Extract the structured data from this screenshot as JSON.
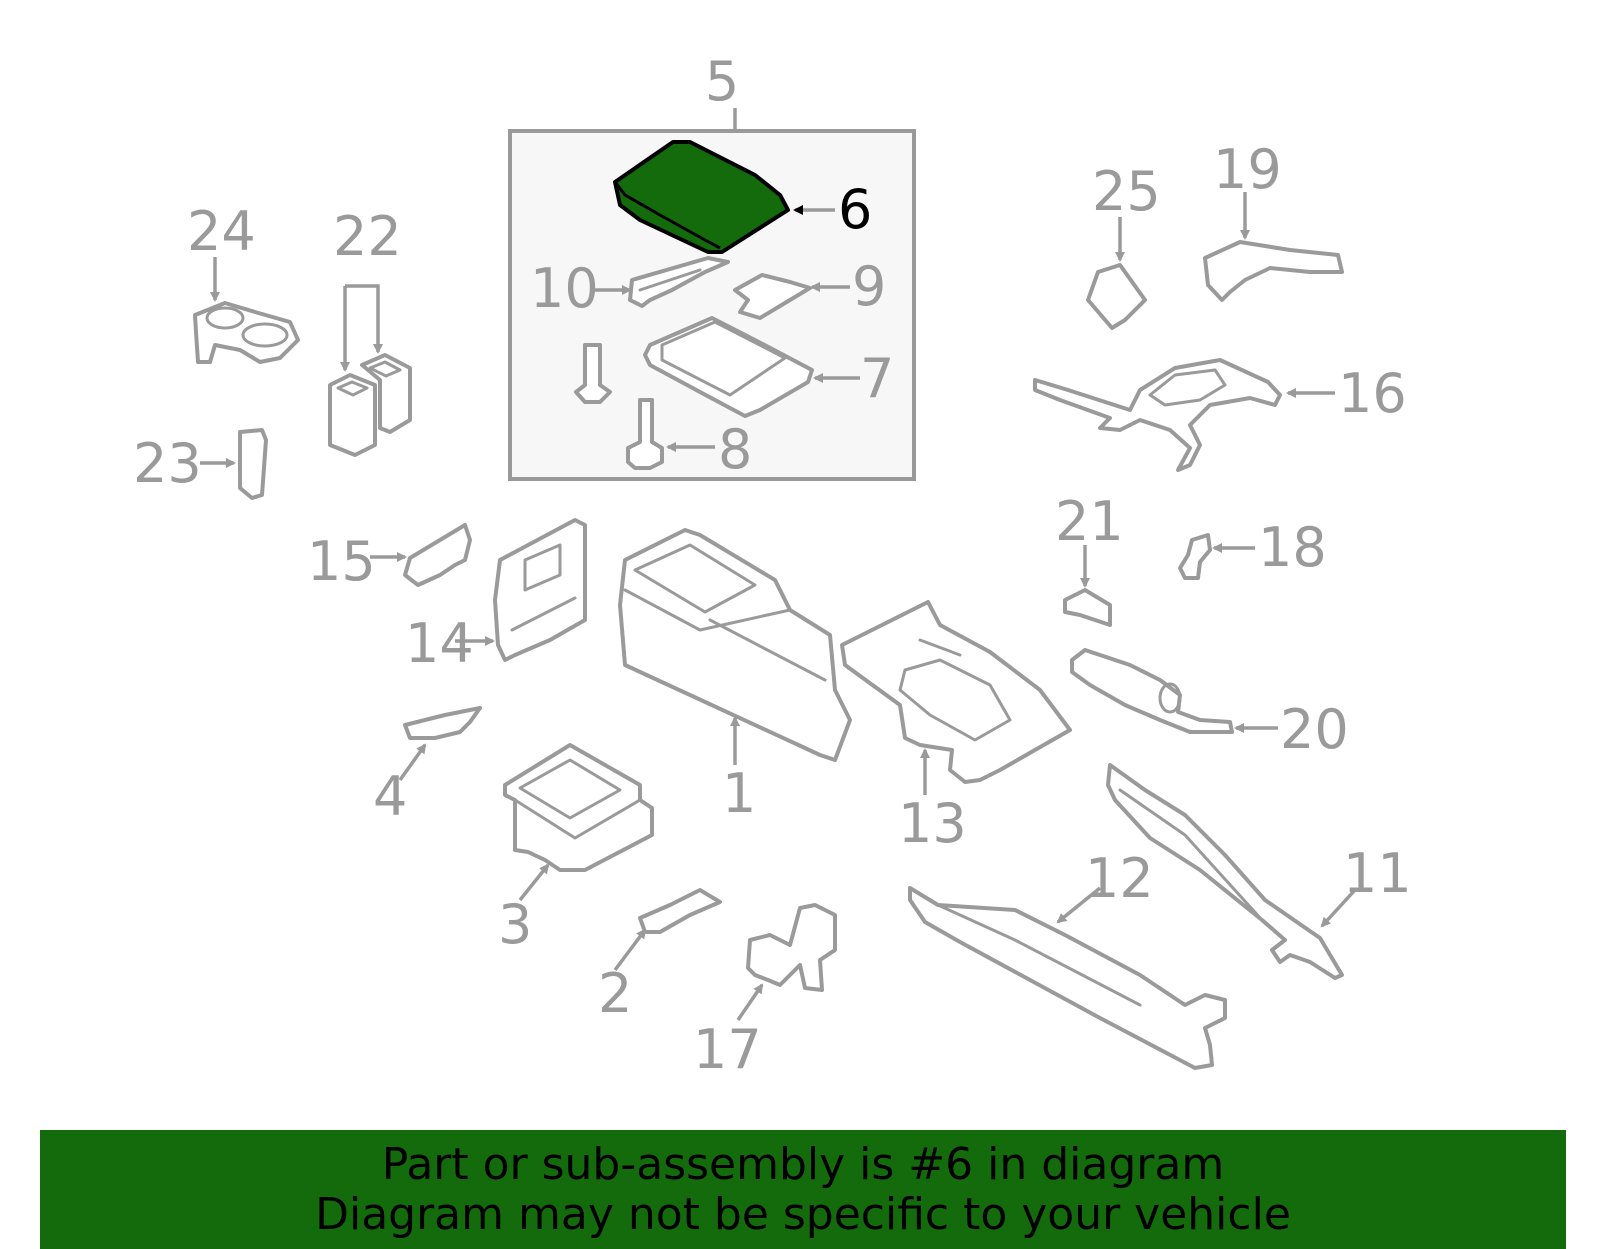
{
  "callouts": {
    "c1": "1",
    "c2": "2",
    "c3": "3",
    "c4": "4",
    "c5": "5",
    "c6": "6",
    "c7": "7",
    "c8": "8",
    "c9": "9",
    "c10": "10",
    "c11": "11",
    "c12": "12",
    "c13": "13",
    "c14": "14",
    "c15": "15",
    "c16": "16",
    "c17": "17",
    "c18": "18",
    "c19": "19",
    "c20": "20",
    "c21": "21",
    "c22": "22",
    "c23": "23",
    "c24": "24",
    "c25": "25"
  },
  "highlight_part": "6",
  "colors": {
    "highlight": "#136b0b",
    "banner": "#136b0b",
    "parts": "#9a9a9a"
  },
  "banner": {
    "line1": "Part or sub-assembly is #6 in diagram",
    "line2": "Diagram may not be specific to your vehicle"
  }
}
